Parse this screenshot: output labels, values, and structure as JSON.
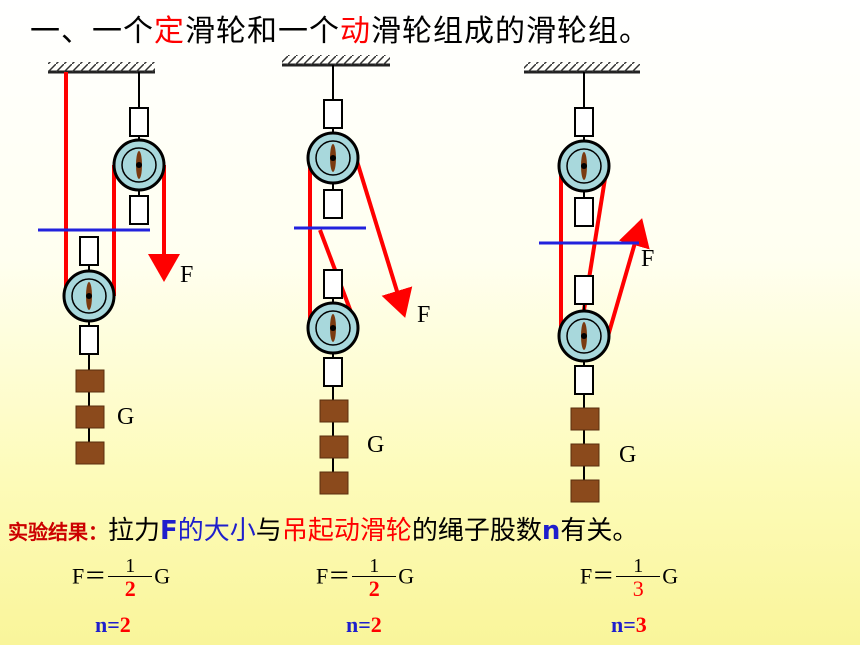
{
  "title": {
    "part1": "一、一个",
    "fixed": "定",
    "part2": "滑轮和一个",
    "movable": "动",
    "part3": "滑轮组成的滑轮组。"
  },
  "diagram_labels": {
    "d1_force": "F",
    "d1_weight": "G",
    "d2_force": "F",
    "d2_weight": "G",
    "d3_force": "F",
    "d3_weight": "G"
  },
  "result": {
    "label": "实验结果：",
    "t1": "拉力",
    "t2": "F",
    "t3": "的大小",
    "t4": "与",
    "t5": "吊起",
    "t6": "动滑轮",
    "t7": "的绳子股数",
    "t8": "n",
    "t9": "有关。"
  },
  "formulas": [
    {
      "lhs": "F＝",
      "numerator": "1",
      "denominator": "2",
      "rhs": "G",
      "n_label": "n",
      "n_eq": "=",
      "n_value": "2"
    },
    {
      "lhs": "F＝",
      "numerator": "1",
      "denominator": "2",
      "rhs": "G",
      "n_label": "n",
      "n_eq": "=",
      "n_value": "2"
    },
    {
      "lhs": "F＝",
      "numerator": "1",
      "denominator": "3",
      "rhs": "G",
      "n_label": "n",
      "n_eq": "=",
      "n_value": "3"
    }
  ],
  "colors": {
    "rope": "#ff0000",
    "guide_line": "#2222dd",
    "pulley": "#a8d8dc",
    "weight": "#8b4a1c"
  }
}
